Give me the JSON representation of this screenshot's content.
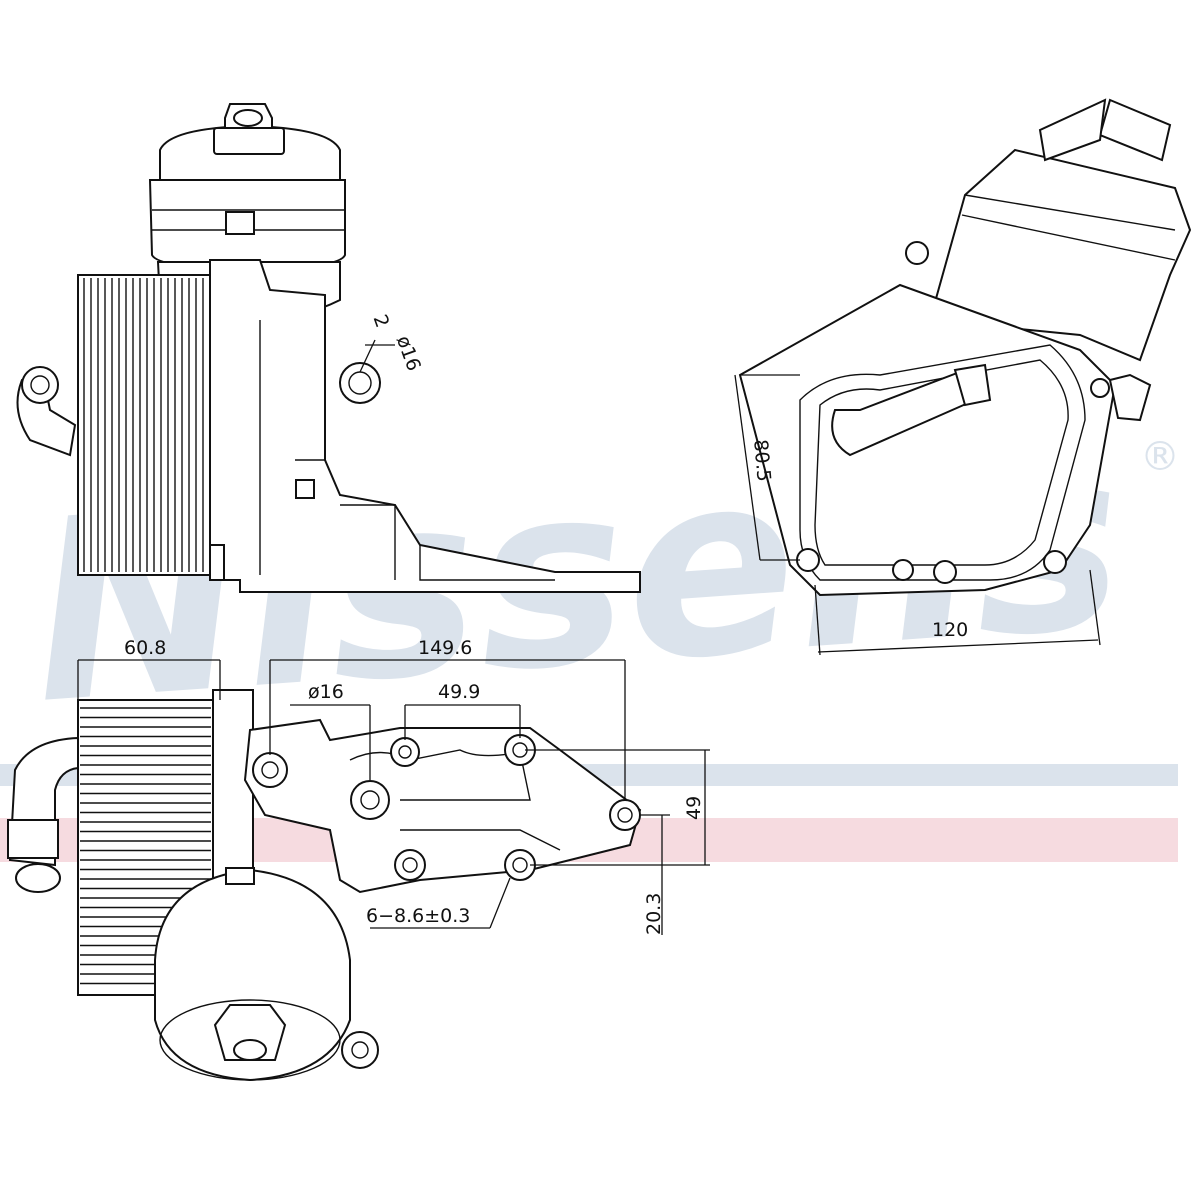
{
  "watermark": {
    "brand": "Nissens",
    "registered_mark": "®",
    "colors": {
      "text": "#dbe3ec",
      "blue_stripe": "#dbe3ec",
      "red_stripe": "#f6dbe0"
    }
  },
  "dimensions": {
    "pipe_wall": "2",
    "pipe_diameter_top": "ø16",
    "height_iso": "80.5",
    "width_iso": "120",
    "cooler_width": "60.8",
    "overall_length": "149.6",
    "port_diameter": "ø16",
    "hole_spacing": "49.9",
    "mount_height": "49",
    "offset_height": "20.3",
    "holes": "6−8.6±0.3"
  },
  "colors": {
    "line": "#111111",
    "background": "#ffffff"
  }
}
